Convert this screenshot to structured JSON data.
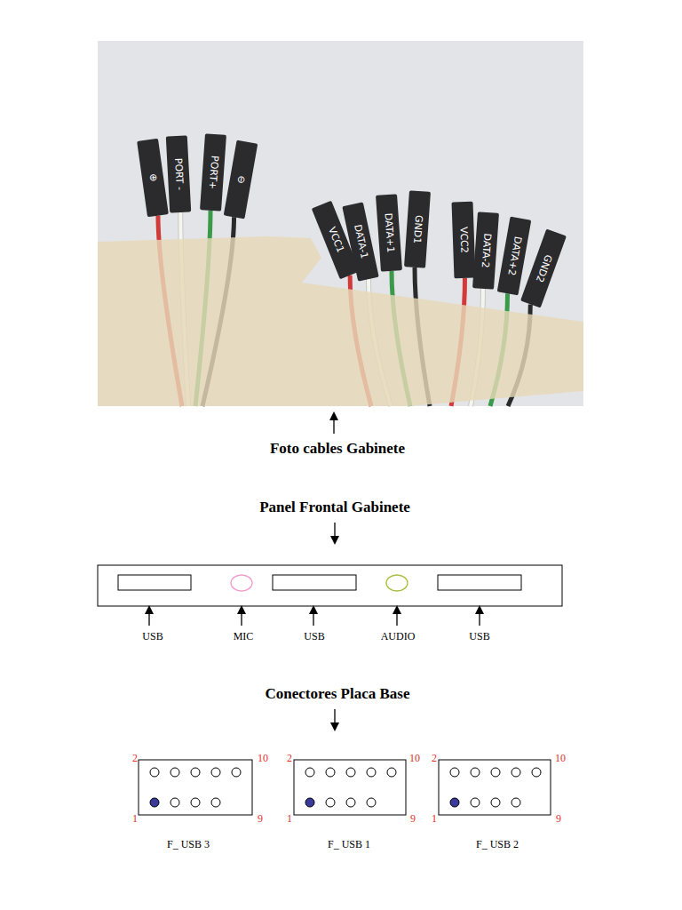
{
  "diagram": {
    "labels": [
      "⊕",
      "PORT -",
      "PORT+",
      "⊖",
      "VCC1",
      "DATA-1",
      "DATA+1",
      "GND1",
      "VCC2",
      "DATA-2",
      "DATA+2",
      "GND2",
      "Foto cables Gabinete",
      "Panel Frontal Gabinete",
      "USB",
      "MIC",
      "USB",
      "AUDIO",
      "USB",
      "Conectores Placa Base",
      "2",
      "10",
      "1",
      "9",
      "F_ USB 3",
      "2",
      "10",
      "1",
      "9",
      "F_ USB 1",
      "2",
      "10",
      "1",
      "9",
      "F_ USB 2"
    ]
  }
}
